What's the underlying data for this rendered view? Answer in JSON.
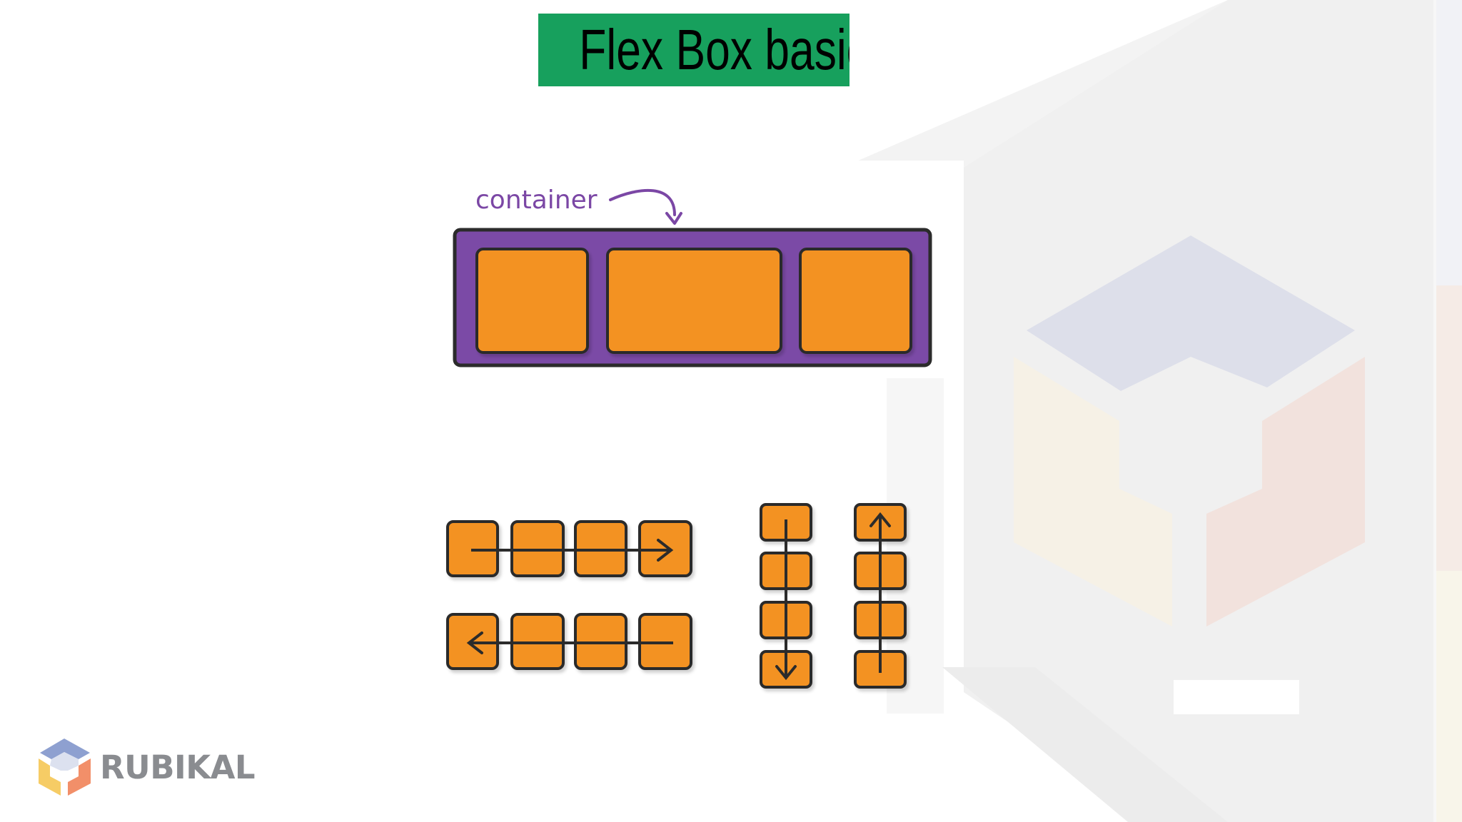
{
  "slide": {
    "title": "Flex Box basic",
    "container_label": "container"
  },
  "logo": {
    "brand_name": "RUBIKAL"
  },
  "colors": {
    "title_background": "#17a05d",
    "flex_container": "#7b4aa6",
    "flex_item": "#f39223",
    "outline": "#2b2b2b",
    "label": "#7b47a5",
    "logo_text": "#8a8c90"
  },
  "diagram": {
    "main_container_items": 3,
    "direction_examples": [
      {
        "name": "row",
        "arrow": "right",
        "items": 4
      },
      {
        "name": "row-reverse",
        "arrow": "left",
        "items": 4
      },
      {
        "name": "column",
        "arrow": "down",
        "items": 4
      },
      {
        "name": "column-reverse",
        "arrow": "up",
        "items": 4
      }
    ]
  }
}
